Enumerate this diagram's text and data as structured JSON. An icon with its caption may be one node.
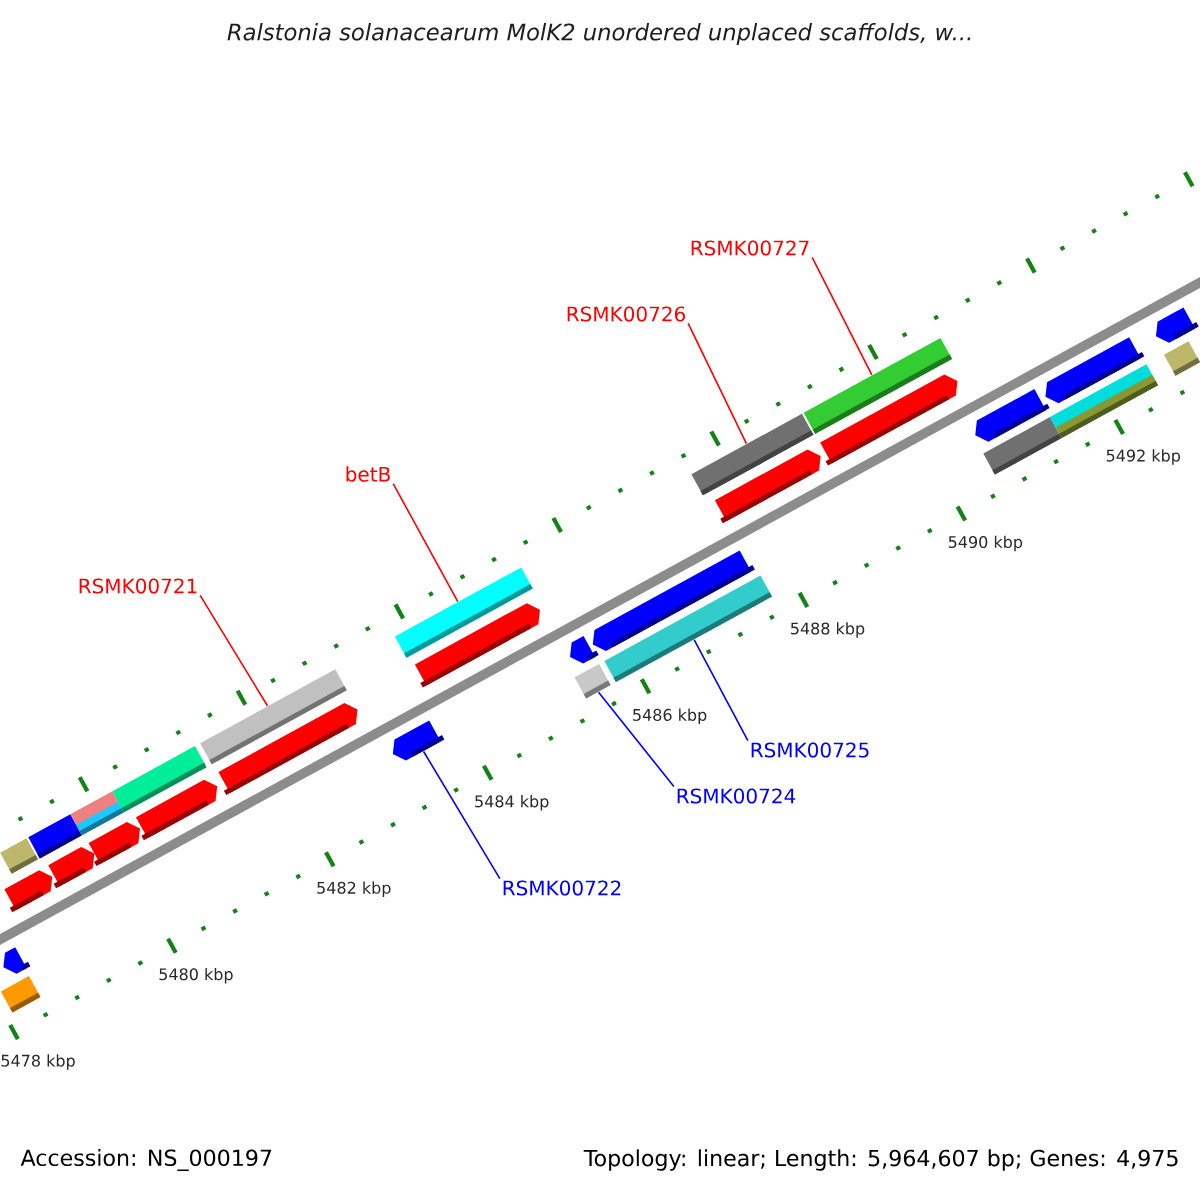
{
  "diagram": {
    "title": "Ralstonia solanacearum MolK2 unordered unplaced scaffolds, w...",
    "nodes": [
      {
        "text": [
          "RSMK00727"
        ]
      },
      {
        "text": [
          "RSMK00726"
        ]
      },
      {
        "text": [
          "betB"
        ]
      },
      {
        "text": [
          "RSMK00721"
        ]
      },
      {
        "text": [
          "RSMK00725"
        ]
      },
      {
        "text": [
          "RSMK00724"
        ]
      },
      {
        "text": [
          "RSMK00722"
        ]
      },
      {
        "text": [],
        "shape": "bar"
      },
      {
        "text": [],
        "shape": "bar"
      },
      {
        "text": [],
        "shape": "bar"
      },
      {
        "text": [],
        "shape": "bar"
      },
      {
        "text": [],
        "shape": "bar"
      },
      {
        "text": [],
        "shape": "bar"
      },
      {
        "text": [],
        "shape": "bar"
      },
      {
        "text": [],
        "shape": "bar"
      },
      {
        "text": [],
        "shape": "bar"
      },
      {
        "text": [],
        "shape": "bar"
      },
      {
        "text": [],
        "shape": "bar"
      },
      {
        "text": [],
        "shape": "bar"
      },
      {
        "text": [],
        "shape": "bar"
      },
      {
        "text": [],
        "shape": "bar"
      },
      {
        "text": [],
        "shape": "bar"
      },
      {
        "text": [],
        "shape": "bar"
      },
      {
        "text": [],
        "shape": "bar"
      },
      {
        "text": [],
        "shape": "bar"
      },
      {
        "text": [],
        "shape": "bar"
      },
      {
        "text": [],
        "shape": "bar"
      },
      {
        "text": [],
        "shape": "bar"
      },
      {
        "text": [],
        "shape": "bar"
      },
      {
        "text": [],
        "shape": "bar"
      },
      {
        "text": [],
        "shape": "bar"
      },
      {
        "text": [],
        "shape": "bar"
      },
      {
        "text": [],
        "shape": "bar"
      },
      {
        "text": [],
        "shape": "bar"
      },
      {
        "text": [],
        "shape": "bar"
      },
      {
        "text": [],
        "shape": "bar"
      }
    ],
    "edges": [
      {
        "from": 0,
        "to": 29,
        "arrow": "none"
      },
      {
        "from": 1,
        "to": 26,
        "arrow": "none"
      },
      {
        "from": 2,
        "to": 20,
        "arrow": "none"
      },
      {
        "from": 3,
        "to": 18,
        "arrow": "none"
      },
      {
        "from": 4,
        "to": 25,
        "arrow": "none",
        "color": "#0000ff"
      },
      {
        "from": 5,
        "to": 22,
        "arrow": "none",
        "color": "#0000ff"
      },
      {
        "from": 6,
        "to": 19,
        "arrow": "none",
        "color": "#0000ff"
      }
    ],
    "labels": [
      "5492 kbp",
      "5490 kbp",
      "5488 kbp",
      "5486 kbp",
      "5484 kbp",
      "5482 kbp",
      "5480 kbp",
      "5478 kbp",
      "Accession: NS_000197",
      "Topology: linear; Length: 5,964,607 bp; Genes: 4,975"
    ]
  }
}
